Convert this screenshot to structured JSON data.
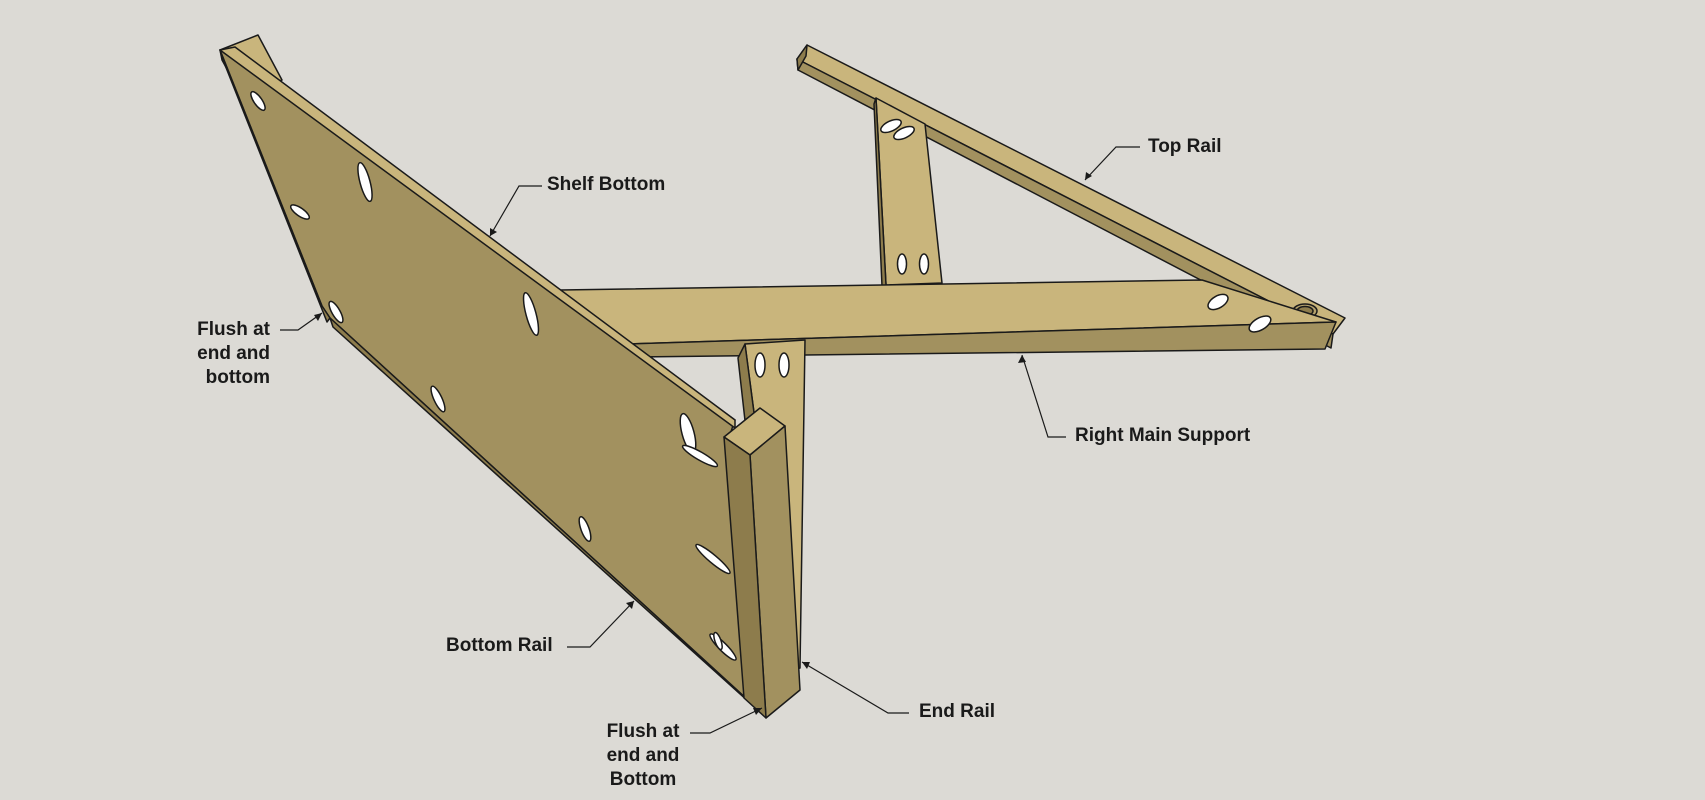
{
  "labels": {
    "top_rail": "Top Rail",
    "shelf_bottom": "Shelf Bottom",
    "right_main_support": "Right Main Support",
    "bottom_rail": "Bottom Rail",
    "end_rail": "End Rail",
    "flush_left": [
      "Flush at",
      "end and",
      "bottom"
    ],
    "flush_bottom": [
      "Flush at",
      "end and",
      "Bottom"
    ]
  },
  "colors": {
    "background": "#dcdad5",
    "wood_light": "#c9b57c",
    "wood_face": "#a2915f",
    "wood_dark": "#8d7c4c",
    "outline": "#1a1a1a",
    "hole": "#ffffff"
  }
}
